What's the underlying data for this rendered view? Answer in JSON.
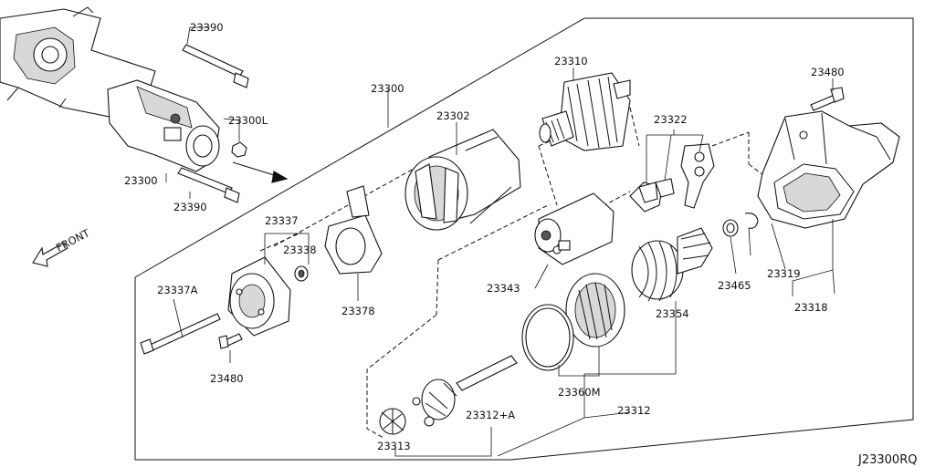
{
  "labels": {
    "l23390a": "23390",
    "l23300L": "23300L",
    "l23300a": "23300",
    "l23390b": "23390",
    "front": "FRONT",
    "l23300b": "23300",
    "l23310": "23310",
    "l23302": "23302",
    "l23322": "23322",
    "l23480a": "23480",
    "l23337": "23337",
    "l23338": "23338",
    "l23337A": "23337A",
    "l23378": "23378",
    "l23343": "23343",
    "l23465": "23465",
    "l23319": "23319",
    "l23318": "23318",
    "l23354": "23354",
    "l23480b": "23480",
    "l23360M": "23360M",
    "l23312A": "23312+A",
    "l23312": "23312",
    "l23313": "23313",
    "code": "J23300RQ"
  }
}
